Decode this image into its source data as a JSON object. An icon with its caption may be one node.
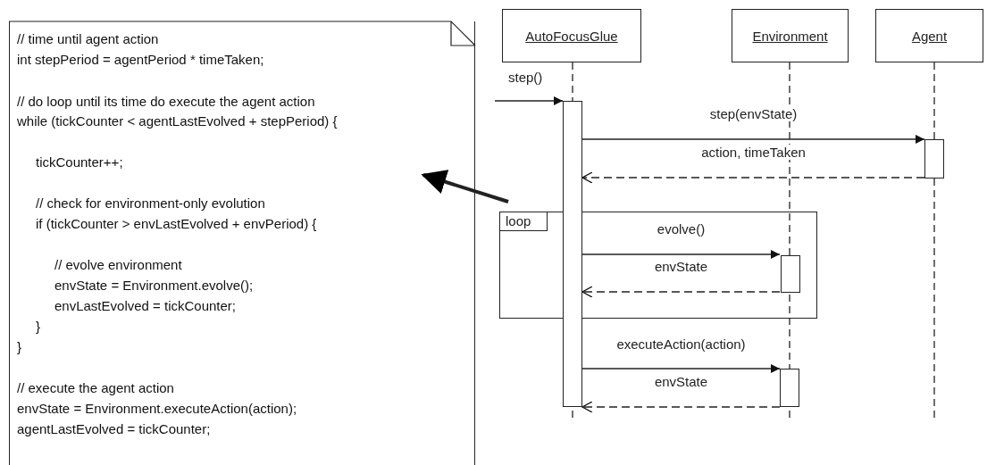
{
  "diagram": {
    "nodes": [
      {
        "text": [
          "// time until agent action",
          "int stepPeriod = agentPeriod * timeTaken;",
          "// do loop until its time do execute the agent action",
          "while (tickCounter < agentLastEvolved + stepPeriod) {",
          "tickCounter++;",
          "// check for environment-only evolution",
          "if (tickCounter > envLastEvolved + envPeriod) {",
          "// evolve environment",
          "envState = Environment.evolve();",
          "envLastEvolved = tickCounter;",
          "}",
          "}",
          "// execute the agent action",
          "envState = Environment.executeAction(action);",
          "agentLastEvolved = tickCounter;"
        ]
      },
      {
        "text": [
          "AutoFocusGlue"
        ]
      },
      {
        "text": [
          "Environment"
        ]
      },
      {
        "text": [
          "Agent"
        ]
      },
      {
        "text": [
          "loop"
        ]
      },
      {
        "text": [],
        "shape": "bar"
      },
      {
        "text": [],
        "shape": "bar"
      },
      {
        "text": [],
        "shape": "bar",
        "in": 4
      },
      {
        "text": [],
        "shape": "bar"
      }
    ],
    "edges": [
      {
        "from": null,
        "to": 5,
        "arrow": "to",
        "label": "step()"
      },
      {
        "from": 5,
        "to": 6,
        "arrow": "to",
        "label": "step(envState)"
      },
      {
        "from": 6,
        "to": 5,
        "arrow": "to",
        "label": "action, timeTaken",
        "style": "dashed"
      },
      {
        "from": 5,
        "to": 7,
        "arrow": "to",
        "label": "evolve()"
      },
      {
        "from": 7,
        "to": 5,
        "arrow": "to",
        "label": "envState",
        "style": "dashed"
      },
      {
        "from": 5,
        "to": 8,
        "arrow": "to",
        "label": "executeAction(action)"
      },
      {
        "from": 8,
        "to": 5,
        "arrow": "to",
        "label": "envState",
        "style": "dashed"
      },
      {
        "from": 4,
        "to": 0,
        "arrow": "to",
        "style": "thick"
      }
    ]
  }
}
